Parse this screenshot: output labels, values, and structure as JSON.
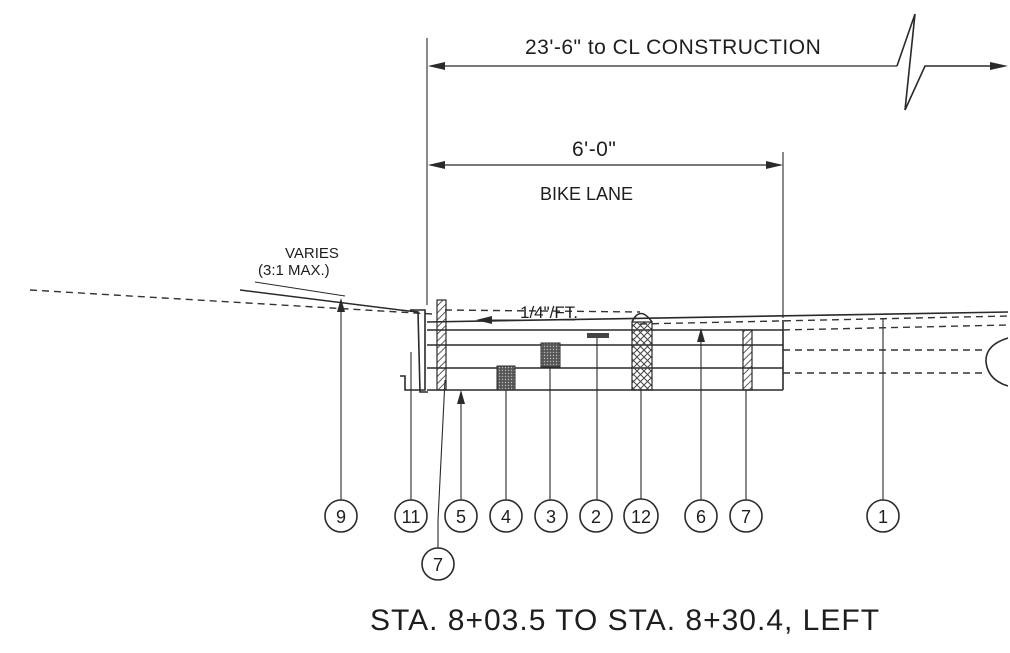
{
  "dimensions": {
    "overall": "23'-6\" to CL CONSTRUCTION",
    "bike_lane_width": "6'-0\"",
    "bike_lane_label": "BIKE LANE",
    "slope_varies": "VARIES",
    "slope_max": "(3:1 MAX.)",
    "cross_slope": "1/4\"/FT."
  },
  "callouts": [
    "9",
    "11",
    "5",
    "4",
    "3",
    "2",
    "12",
    "6",
    "7",
    "1",
    "7"
  ],
  "title": "STA. 8+03.5 TO STA. 8+30.4, LEFT"
}
